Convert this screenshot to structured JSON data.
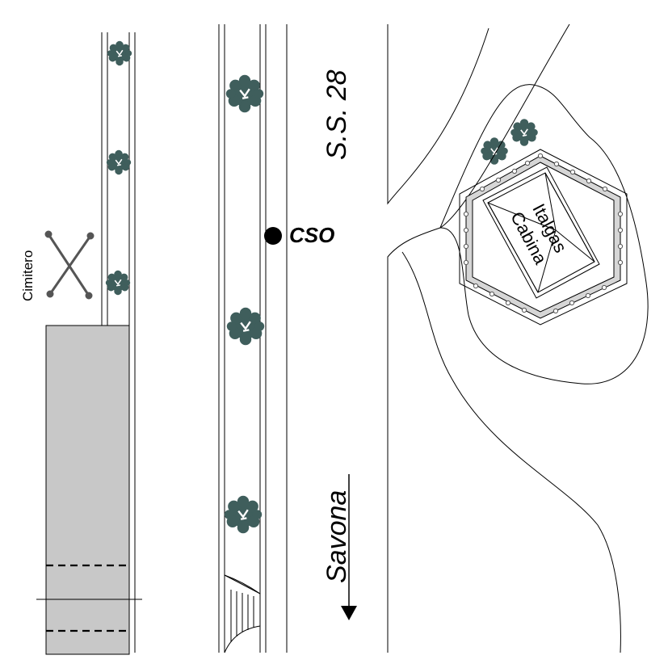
{
  "labels": {
    "road": "S.S. 28",
    "station": "CSO",
    "direction": "Savona",
    "cemetery": "Cimitero",
    "cabin_line1": "Cabina",
    "cabin_line2": "Italgas"
  },
  "colors": {
    "tree": "#3f5e5c",
    "building": "#c8c8c8",
    "fence": "#9a9a9a",
    "line": "#000000"
  },
  "icons": [
    "tree-icon",
    "cemetery-cross-icon",
    "station-dot-icon",
    "direction-arrow-icon"
  ]
}
